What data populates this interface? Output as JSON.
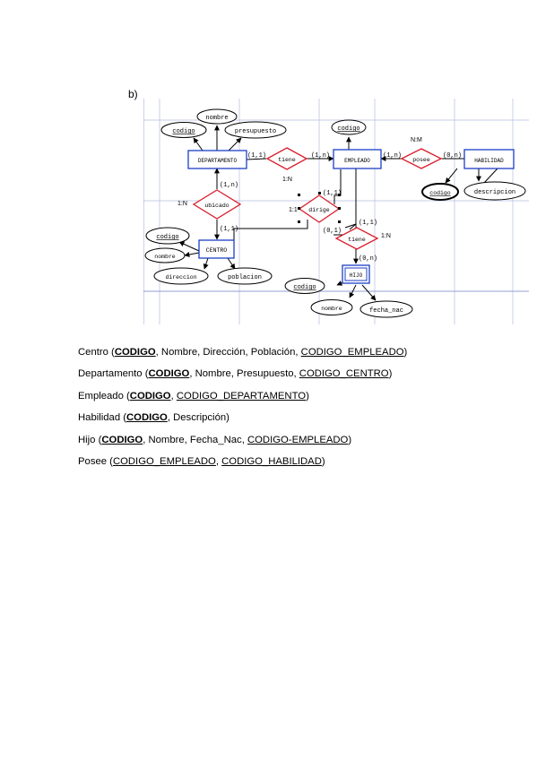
{
  "section_label": "b)",
  "diagram": {
    "entities": {
      "departamento": "DEPARTAMENTO",
      "empleado": "EMPLEADO",
      "habilidad": "HABILIDAD",
      "centro": "CENTRO",
      "hijo": "HIJO"
    },
    "relationships": {
      "tiene_dept": "tiene",
      "posee": "posee",
      "ubicado": "ubicado",
      "dirige": "dirige",
      "tiene_hijo": "tiene"
    },
    "attributes": {
      "dept_codigo": "codigo",
      "dept_nombre": "nombre",
      "dept_presupuesto": "presupuesto",
      "emp_codigo": "codigo",
      "hab_codigo": "codigo",
      "hab_descripcion": "descripcion",
      "centro_codigo": "codigo",
      "centro_nombre": "nombre",
      "centro_direccion": "direccion",
      "centro_poblacion": "poblacion",
      "hijo_codigo": "codigo",
      "hijo_nombre": "nombre",
      "hijo_fecha_nac": "fecha_nac"
    },
    "cardinalities": {
      "dept_tiene": "(1,1)",
      "tiene_emp": "(1,n)",
      "tiene_type": "1:N",
      "emp_posee": "(1,n)",
      "posee_hab": "(0,n)",
      "posee_type": "N:M",
      "dept_ubicado": "(1,n)",
      "ubicado_centro": "(1,1)",
      "ubicado_type": "1:N",
      "dirige_top": "(1,1)",
      "dirige_bottom": "(0,1)",
      "dirige_type": "1:1",
      "emp_tiene_hijo": "(1,1)",
      "tiene_hijo_type": "1:N",
      "hijo_card": "(0,n)"
    }
  },
  "relations": {
    "centro": {
      "name": "Centro",
      "pk": "CODIGO",
      "sep1": ", Nombre, Dirección, Población, ",
      "fk": "CODIGO_EMPLEADO"
    },
    "departamento": {
      "name": "Departamento",
      "pk": "CODIGO",
      "sep1": ", Nombre, Presupuesto, ",
      "fk": "CODIGO_CENTRO"
    },
    "empleado": {
      "name": "Empleado",
      "pk": "CODIGO",
      "sep1": ", ",
      "fk": "CODIGO_DEPARTAMENTO"
    },
    "habilidad": {
      "name": "Habilidad",
      "pk": "CODIGO",
      "sep1": ", Descripción"
    },
    "hijo": {
      "name": "Hijo",
      "pk": "CODIGO",
      "sep1": ", Nombre, Fecha_Nac, ",
      "fk": "CODIGO-EMPLEADO"
    },
    "posee": {
      "name": "Posee",
      "fk1": "CODIGO_EMPLEADO",
      "sep1": ", ",
      "fk2": "CODIGO_HABILIDAD"
    }
  }
}
